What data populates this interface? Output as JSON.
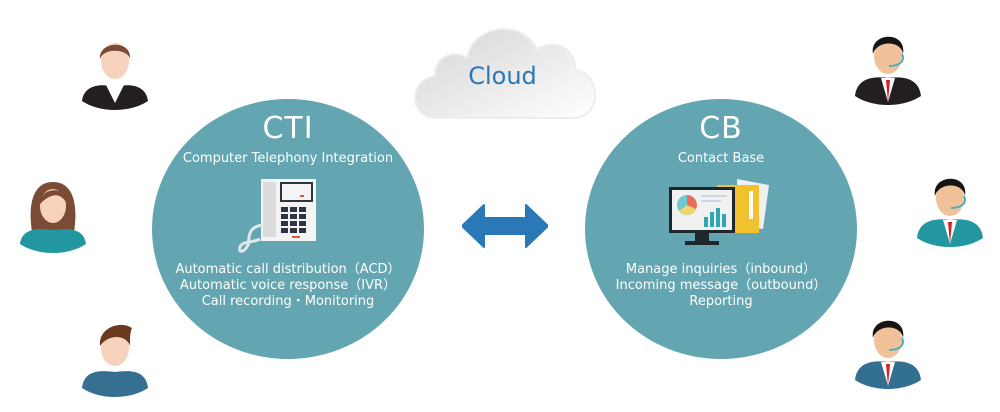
{
  "cloud": {
    "label": "Cloud",
    "color": "#2a78b8"
  },
  "cti": {
    "title": "CTI",
    "subtitle": "Computer Telephony Integration",
    "features": [
      "Automatic call distribution（ACD）",
      "Automatic voice response（IVR）",
      "Call recording・Monitoring"
    ],
    "icon": "desk-phone-icon"
  },
  "cb": {
    "title": "CB",
    "subtitle": "Contact Base",
    "features": [
      "Manage inquiries（inbound）",
      "Incoming message（outbound）",
      "Reporting"
    ],
    "icon": "monitor-report-icon"
  },
  "connector": {
    "icon": "double-arrow-icon",
    "color": "#2a78b8"
  },
  "customers": [
    {
      "name": "customer-man-black-vest",
      "outfit": "#231f20"
    },
    {
      "name": "customer-woman-teal",
      "outfit": "#23979f"
    },
    {
      "name": "customer-man-blue",
      "outfit": "#367090"
    }
  ],
  "operators": [
    {
      "name": "operator-black-suit",
      "outfit": "#231f20"
    },
    {
      "name": "operator-teal-suit",
      "outfit": "#23979f"
    },
    {
      "name": "operator-blue-suit",
      "outfit": "#336f91"
    }
  ],
  "colors": {
    "circle": "#63a6b1"
  }
}
